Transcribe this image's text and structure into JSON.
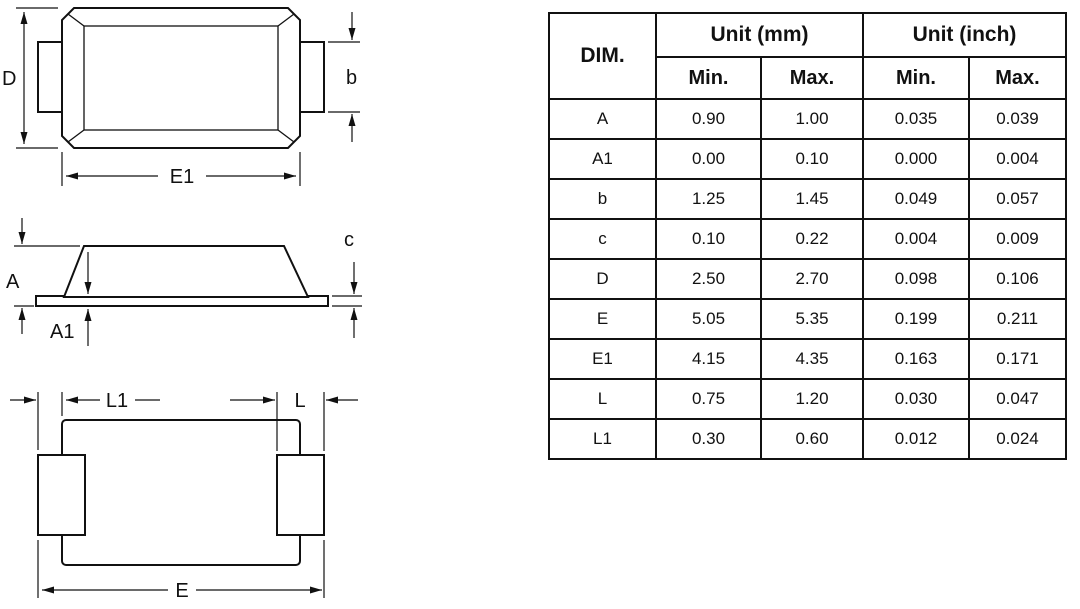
{
  "drawing": {
    "top_view": {
      "d_label": "D",
      "b_label": "b",
      "e1_label": "E1"
    },
    "side_view": {
      "a_label": "A",
      "a1_label": "A1",
      "c_label": "c"
    },
    "bottom_view": {
      "l1_label": "L1",
      "l_label": "L",
      "e_label": "E"
    }
  },
  "table": {
    "headers": {
      "dim": "DIM.",
      "unit_mm": "Unit (mm)",
      "unit_inch": "Unit (inch)",
      "min": "Min.",
      "max": "Max."
    },
    "rows": [
      {
        "dim": "A",
        "mm_min": "0.90",
        "mm_max": "1.00",
        "inch_min": "0.035",
        "inch_max": "0.039"
      },
      {
        "dim": "A1",
        "mm_min": "0.00",
        "mm_max": "0.10",
        "inch_min": "0.000",
        "inch_max": "0.004"
      },
      {
        "dim": "b",
        "mm_min": "1.25",
        "mm_max": "1.45",
        "inch_min": "0.049",
        "inch_max": "0.057"
      },
      {
        "dim": "c",
        "mm_min": "0.10",
        "mm_max": "0.22",
        "inch_min": "0.004",
        "inch_max": "0.009"
      },
      {
        "dim": "D",
        "mm_min": "2.50",
        "mm_max": "2.70",
        "inch_min": "0.098",
        "inch_max": "0.106"
      },
      {
        "dim": "E",
        "mm_min": "5.05",
        "mm_max": "5.35",
        "inch_min": "0.199",
        "inch_max": "0.211"
      },
      {
        "dim": "E1",
        "mm_min": "4.15",
        "mm_max": "4.35",
        "inch_min": "0.163",
        "inch_max": "0.171"
      },
      {
        "dim": "L",
        "mm_min": "0.75",
        "mm_max": "1.20",
        "inch_min": "0.030",
        "inch_max": "0.047"
      },
      {
        "dim": "L1",
        "mm_min": "0.30",
        "mm_max": "0.60",
        "inch_min": "0.012",
        "inch_max": "0.024"
      }
    ]
  }
}
